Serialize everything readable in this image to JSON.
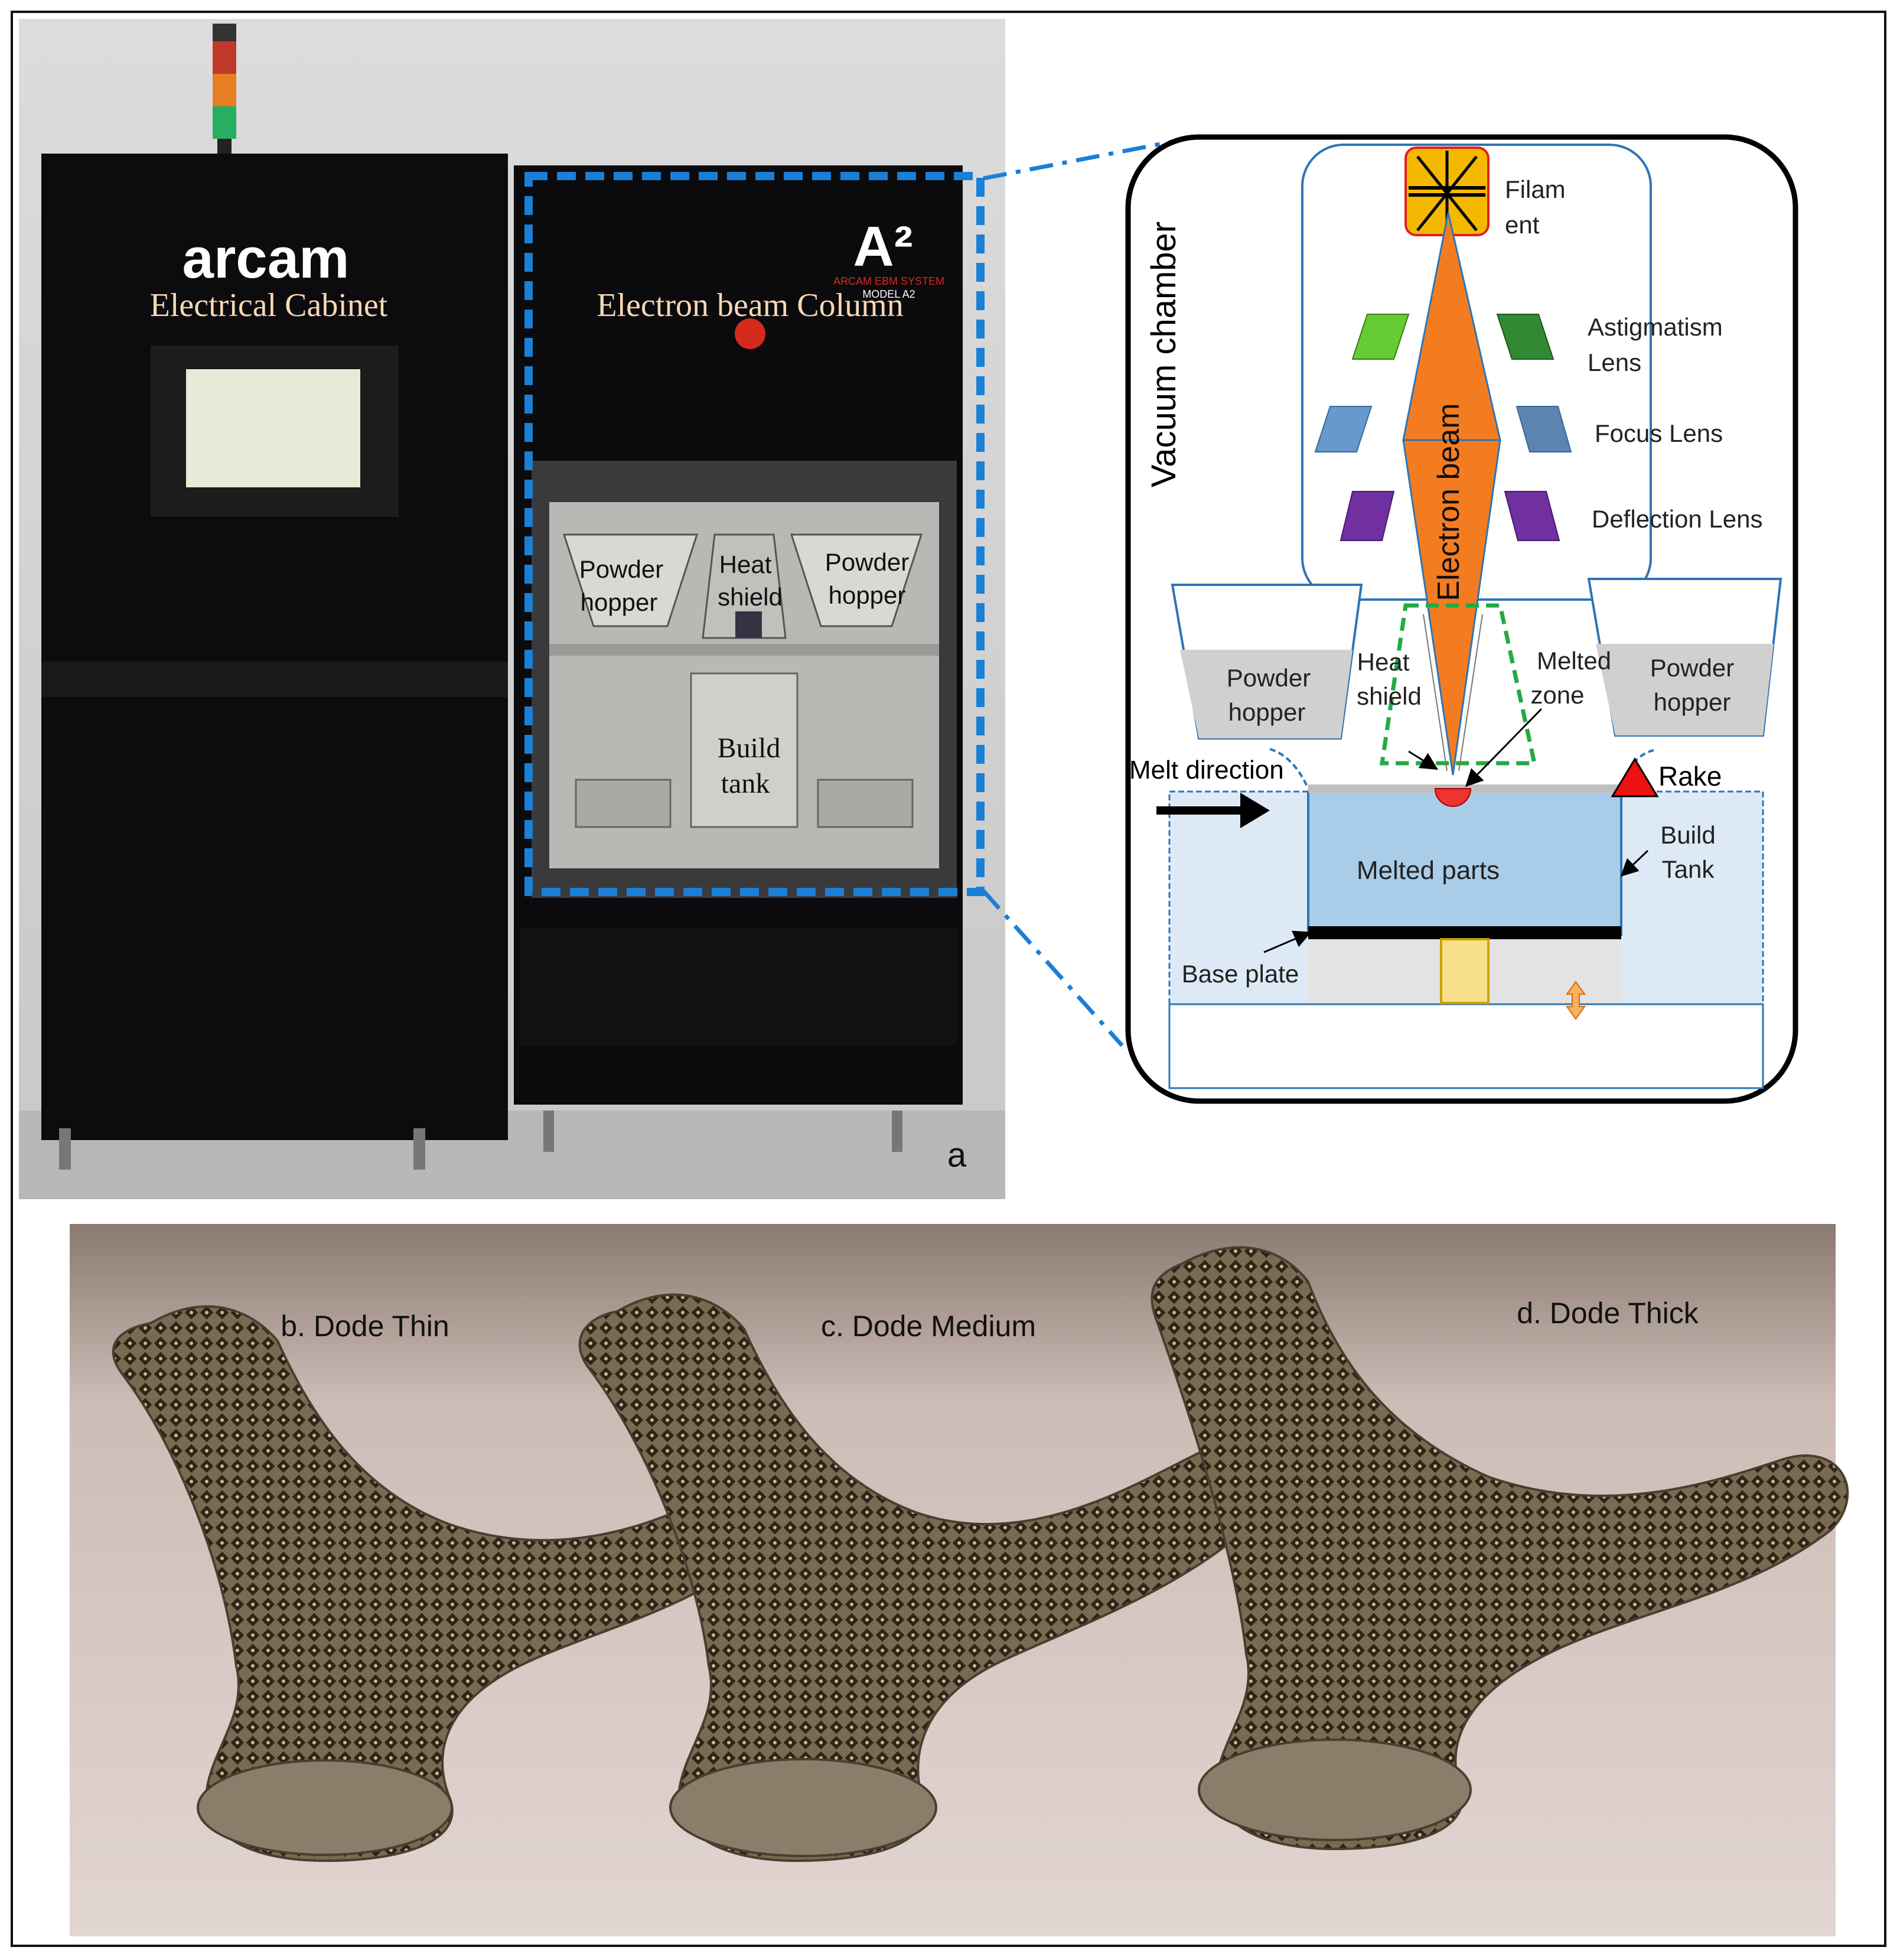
{
  "photo_a": {
    "label": "a",
    "brand_logo_text": "arcam",
    "cabinet_label": "Electrical Cabinet",
    "column_label": "Electron beam Column",
    "model_badge": "A²",
    "model_badge_sub1": "ARCAM EBM SYSTEM",
    "model_badge_sub2": "MODEL A2",
    "hopper_left_line1": "Powder",
    "hopper_left_line2": "hopper",
    "heat_shield_line1": "Heat",
    "heat_shield_line2": "shield",
    "hopper_right_line1": "Powder",
    "hopper_right_line2": "hopper",
    "build_tank_line1": "Build",
    "build_tank_line2": "tank"
  },
  "schematic": {
    "vacuum_chamber": "Vacuum chamber",
    "filament_line1": "Filam",
    "filament_line2": "ent",
    "astig_line1": "Astigmatism",
    "astig_line2": "Lens",
    "focus_lens": "Focus Lens",
    "deflection_lens": "Deflection Lens",
    "electron_beam": "Electron beam",
    "hopper_left_line1": "Powder",
    "hopper_left_line2": "hopper",
    "hopper_right_line1": "Powder",
    "hopper_right_line2": "hopper",
    "heat_shield_line1": "Heat",
    "heat_shield_line2": "shield",
    "melted_zone_line1": "Melted",
    "melted_zone_line2": "zone",
    "melt_direction": "Melt direction",
    "rake": "Rake",
    "build_tank_line1": "Build",
    "build_tank_line2": "Tank",
    "melted_parts": "Melted parts",
    "base_plate": "Base plate",
    "colors": {
      "filament": "#f5b800",
      "beam": "#f47c20",
      "astig_left": "#66cc33",
      "astig_right": "#338833",
      "focus": "#6699cc",
      "deflection": "#7030a0",
      "heat_shield": "#22aa44",
      "rake": "#ee1111",
      "melted_parts": "#a9cce8"
    }
  },
  "photo_bottom": {
    "label_b": "b. Dode Thin",
    "label_c": "c. Dode Medium",
    "label_d": "d. Dode Thick"
  }
}
